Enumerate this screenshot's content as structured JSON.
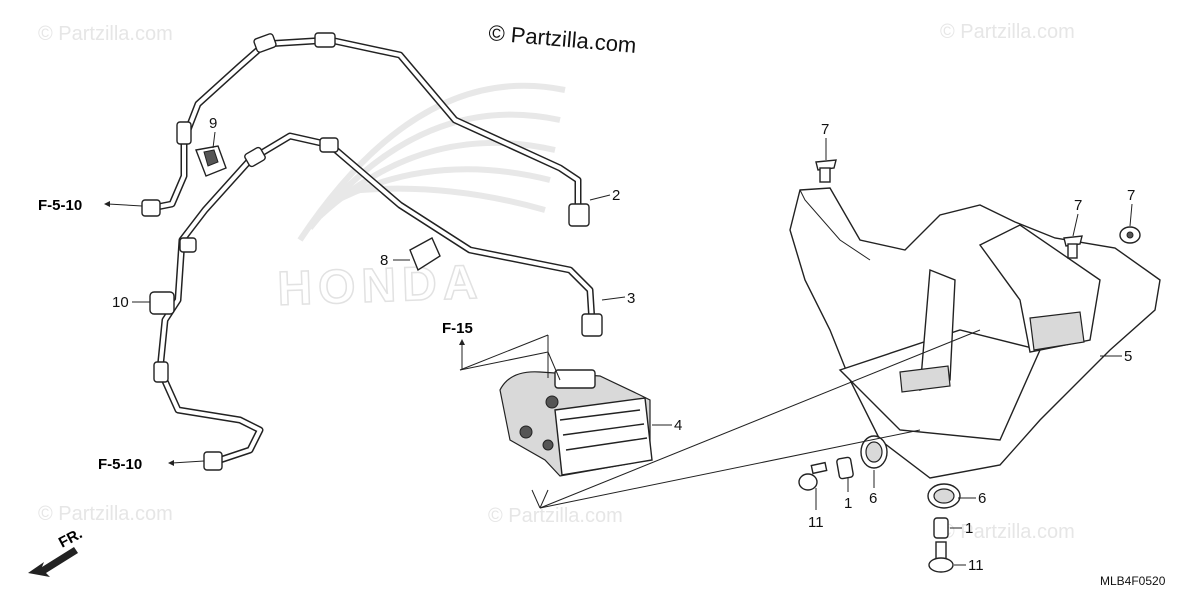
{
  "watermarks": {
    "top_left": "© Partzilla.com",
    "top_center": "© Partzilla.com",
    "top_right": "© Partzilla.com",
    "bottom_left": "© Partzilla.com",
    "bottom_center": "© Partzilla.com",
    "bottom_right": "© Partzilla.com"
  },
  "background_logo": "HONDA",
  "references": {
    "f5_10_top": "F-5-10",
    "f5_10_bottom": "F-5-10",
    "f15": "F-15",
    "front": "FR."
  },
  "callouts": {
    "c1_a": "1",
    "c1_b": "1",
    "c2": "2",
    "c3": "3",
    "c4": "4",
    "c5": "5",
    "c6_a": "6",
    "c6_b": "6",
    "c7_a": "7",
    "c7_b": "7",
    "c7_c": "7",
    "c8": "8",
    "c9": "9",
    "c10": "10",
    "c11_a": "11",
    "c11_b": "11"
  },
  "diagram_code": "MLB4F0520"
}
